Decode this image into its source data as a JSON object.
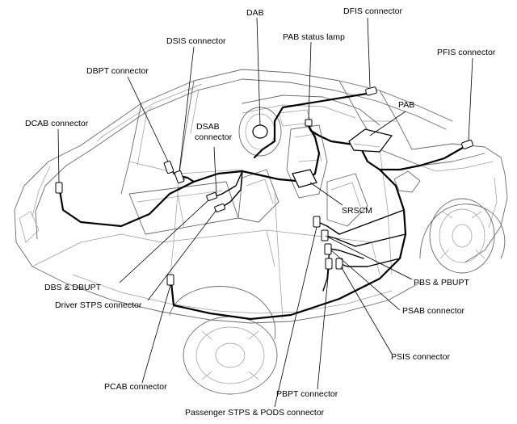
{
  "labels": {
    "dab": "DAB",
    "dfis": "DFIS connector",
    "dsis": "DSIS connector",
    "pab_status": "PAB status lamp",
    "pfis": "PFIS connector",
    "dbpt": "DBPT connector",
    "pab": "PAB",
    "dcab": "DCAB connector",
    "dsab_1": "DSAB",
    "dsab_2": "connector",
    "srscm": "SRSCM",
    "dbs": "DBS & DBUPT",
    "pbs": "PBS & PBUPT",
    "driver_stps": "Driver STPS connector",
    "psab": "PSAB connector",
    "psis": "PSIS connector",
    "pcab": "PCAB connector",
    "pbpt": "PBPT connector",
    "pstps": "Passenger STPS & PODS connector"
  }
}
